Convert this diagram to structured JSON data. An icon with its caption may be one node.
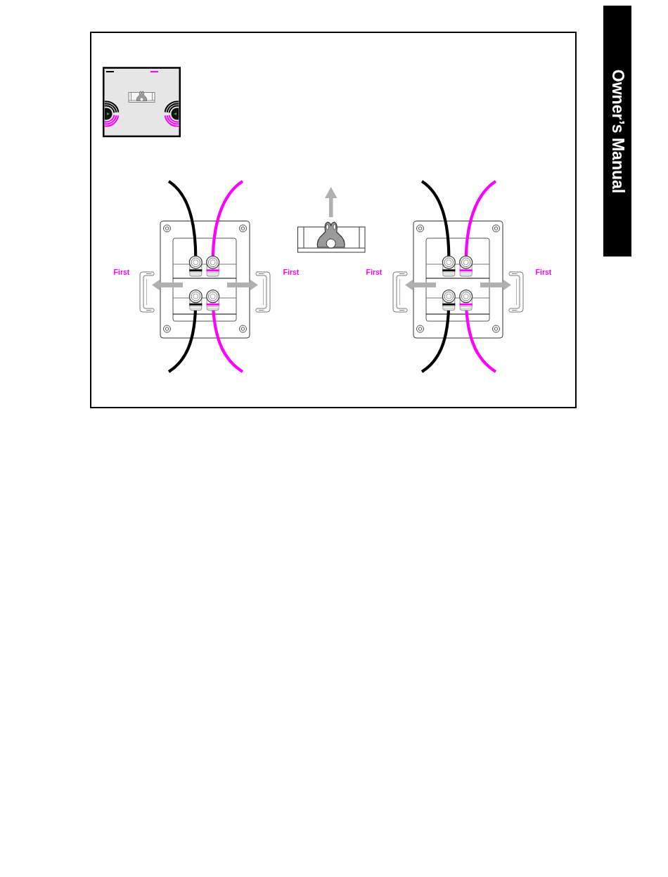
{
  "diagram": {
    "nodes": [
      {
        "text": [
          "Owner’s Manual"
        ]
      }
    ],
    "labels": [
      "First",
      "First",
      "First",
      "First"
    ]
  }
}
